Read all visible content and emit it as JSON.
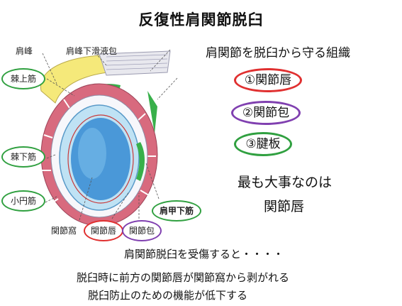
{
  "title": "反復性肩関節脱臼",
  "diagram": {
    "labels": {
      "acromion": "肩峰",
      "subacromial_bursa": "肩峰下滑液包",
      "supraspinatus": "棘上筋",
      "infraspinatus": "棘下筋",
      "teres_minor": "小円筋",
      "glenoid": "関節窩",
      "labrum": "関節唇",
      "capsule": "関節包",
      "subscapularis": "肩甲下筋"
    }
  },
  "protection": {
    "title": "肩関節を脱臼から守る組織",
    "items": [
      {
        "label": "①関節唇",
        "color": "#e03030"
      },
      {
        "label": "②関節包",
        "color": "#8040b0"
      },
      {
        "label": "③腱板",
        "color": "#30a040"
      }
    ]
  },
  "key_point": {
    "line1": "最も大事なのは",
    "line2": "関節唇"
  },
  "summary": {
    "line1": "肩関節脱臼を受傷すると・・・・",
    "line2": "脱臼時に前方の関節唇が関節窩から剥がれる",
    "line3": "脱臼防止のための機能が低下する"
  },
  "colors": {
    "labrum": "#e03030",
    "capsule": "#8040b0",
    "rotator_cuff": "#30a040",
    "muscle": "#d86a7e",
    "glenoid_blue": "#4a98d8",
    "bone_yellow": "#f5e97a"
  }
}
